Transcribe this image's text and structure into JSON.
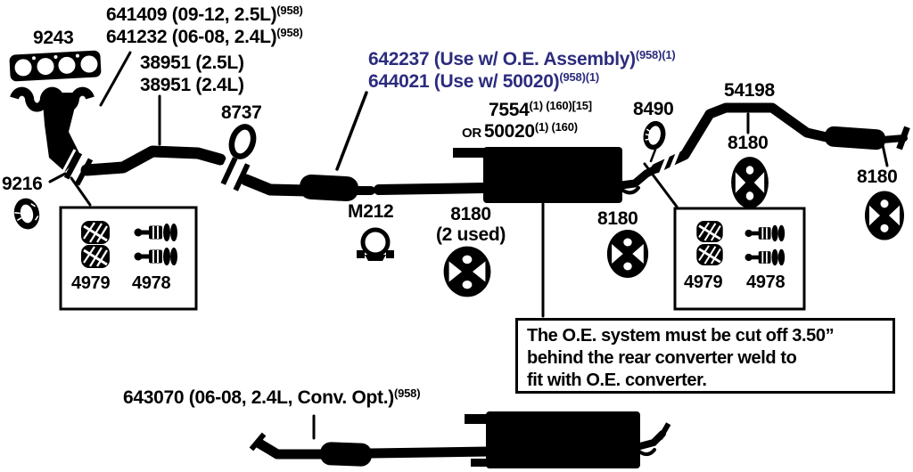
{
  "figure": "vehicle-exhaust-system-parts-diagram",
  "palette": {
    "ink": "#000000",
    "blue": "#2c2c7e",
    "bg": "#ffffff"
  },
  "labels": {
    "gasket_9243": {
      "text": "9243"
    },
    "part_641409": {
      "text": "641409 (09-12, 2.5L)",
      "sup": "(958)"
    },
    "part_641232": {
      "text": "641232 (06-08, 2.4L)",
      "sup": "(958)"
    },
    "part_38951_25": {
      "text": "38951 (2.5L)"
    },
    "part_38951_24": {
      "text": "38951 (2.4L)"
    },
    "part_8737": {
      "text": "8737"
    },
    "part_642237": {
      "text": "642237 (Use w/ O.E. Assembly)",
      "sup": "(958)(1)"
    },
    "part_644021": {
      "text": "644021 (Use w/ 50020)",
      "sup": "(958)(1)"
    },
    "part_7554": {
      "text": "7554",
      "sup": "(1) (160)[15]"
    },
    "part_50020": {
      "prefix": "OR",
      "text": "50020",
      "sup": "(1) (160)"
    },
    "part_8490": {
      "text": "8490"
    },
    "part_54198": {
      "text": "54198"
    },
    "hanger_8180_top": {
      "text": "8180"
    },
    "hanger_8180_right": {
      "text": "8180"
    },
    "hanger_8180_mid": {
      "text": "8180"
    },
    "hanger_8180_double": {
      "text": "8180",
      "note": "(2 used)"
    },
    "clamp_m212": {
      "text": "M212"
    },
    "gasket_9216": {
      "text": "9216"
    },
    "part_643070": {
      "text": "643070 (06-08, 2.4L, Conv. Opt.)",
      "sup": "(958)"
    }
  },
  "hardware_boxes": [
    {
      "nut_label": "4979",
      "bolt_label": "4978"
    },
    {
      "nut_label": "4979",
      "bolt_label": "4978"
    }
  ],
  "note_box": {
    "lines": [
      "The O.E. system must be cut off 3.50”",
      "behind the rear converter weld to",
      "fit with O.E. converter."
    ]
  },
  "icons": {
    "hanger": "rubber-hanger-insulator",
    "nut": "hatched-flange-nut",
    "bolt": "spring-bolt-stud",
    "u_clamp": "u-bolt-saddle-clamp",
    "ring": "donut-gasket-ring"
  }
}
